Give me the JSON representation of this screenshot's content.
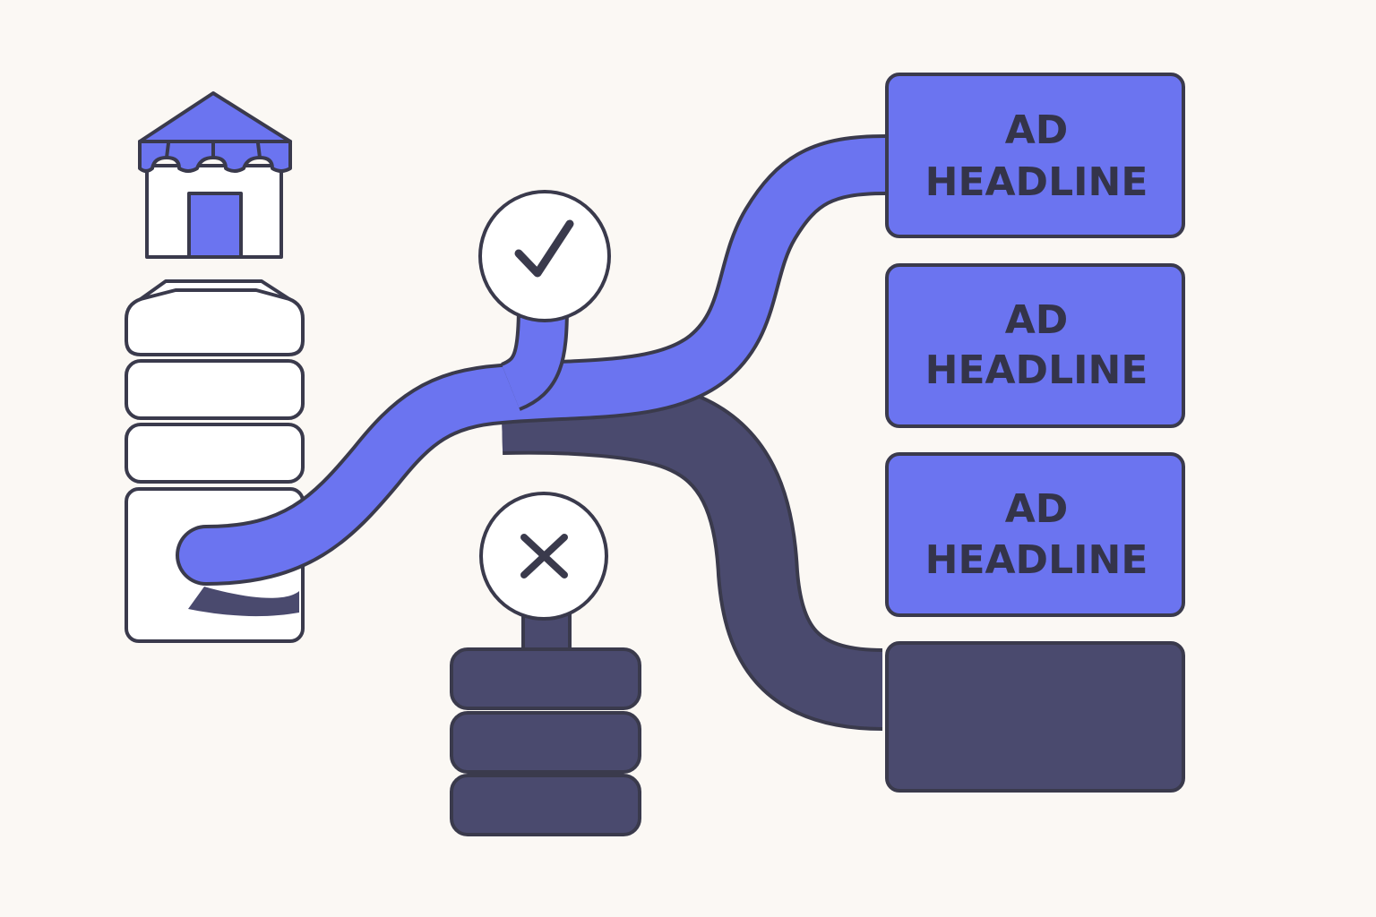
{
  "diagram": {
    "colors": {
      "background": "#fbf8f4",
      "accent": "#6b74f0",
      "dark": "#4a4a6e",
      "outline": "#3a3a4c",
      "light": "#ffffff"
    },
    "icons": {
      "store": "storefront-icon",
      "accepted": "check-icon",
      "rejected": "x-icon"
    },
    "ads": [
      {
        "line1": "AD",
        "line2": "HEADLINE"
      },
      {
        "line1": "AD",
        "line2": "HEADLINE"
      },
      {
        "line1": "AD",
        "line2": "HEADLINE"
      }
    ]
  }
}
